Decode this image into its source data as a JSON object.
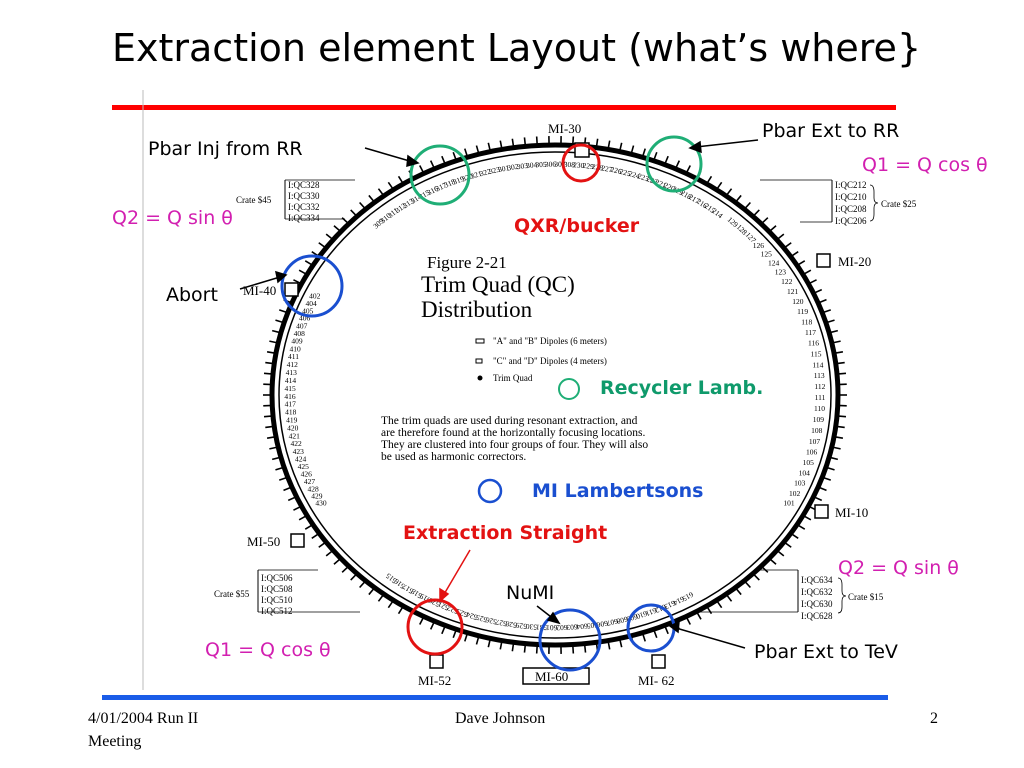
{
  "slide": {
    "title": "Extraction element Layout (what’s where}",
    "footer": {
      "date_meeting_line1": "4/01/2004   Run II",
      "date_meeting_line2": "Meeting",
      "author": "Dave Johnson",
      "page": "2"
    }
  },
  "annotations": {
    "pbar_inj": "Pbar Inj from RR",
    "pbar_ext_rr": "Pbar Ext to RR",
    "q1_cos_top": "Q1 = Q cos θ",
    "q2_sin_left": "Q2 = Q sin θ",
    "qxr": "QXR/bucker",
    "abort": "Abort",
    "recycler": "Recycler Lamb.",
    "mi_lambertsons": "MI Lambertsons",
    "extraction_straight": "Extraction Straight",
    "q2_sin_right": "Q2 = Q sin θ",
    "numi": "NuMI",
    "q1_cos_bottom": "Q1 = Q cos θ",
    "pbar_ext_tev": "Pbar Ext to TeV"
  },
  "figure": {
    "fig_num": "Figure 2-21",
    "fig_title1": "Trim Quad (QC)",
    "fig_title2": "Distribution",
    "legend": [
      "\"A\" and \"B\" Dipoles (6 meters)",
      "\"C\" and \"D\" Dipoles (4 meters)",
      "Trim Quad"
    ],
    "description": [
      "The trim quads are used during resonant extraction, and",
      "are therefore found at the horizontally focusing locations.",
      "They are clustered into four groups of four.  They will also",
      "be used as harmonic correctors."
    ],
    "stations": {
      "mi30": "MI-30",
      "mi20": "MI-20",
      "mi10": "MI-10",
      "mi40": "MI-40",
      "mi50": "MI-50",
      "mi52": "MI-52",
      "mi60": "MI-60",
      "mi62": "MI- 62"
    },
    "crates": {
      "c45": {
        "label": "Crate $45",
        "items": [
          "I:QC328",
          "I:QC330",
          "I:QC332",
          "I:QC334"
        ]
      },
      "c25": {
        "label": "Crate $25",
        "items": [
          "I:QC212",
          "I:QC210",
          "I:QC208",
          "I:QC206"
        ]
      },
      "c55": {
        "label": "Crate $55",
        "items": [
          "I:QC506",
          "I:QC508",
          "I:QC510",
          "I:QC512"
        ]
      },
      "c15": {
        "label": "Crate $15",
        "items": [
          "I:QC634",
          "I:QC632",
          "I:QC630",
          "I:QC628"
        ]
      }
    },
    "tick_labels": {
      "right": [
        "129",
        "128",
        "127",
        "126",
        "125",
        "124",
        "123",
        "122",
        "121",
        "120",
        "119",
        "118",
        "117",
        "116",
        "115",
        "114",
        "113",
        "112",
        "111",
        "110",
        "109",
        "108",
        "107",
        "106",
        "105",
        "104",
        "103",
        "102",
        "101"
      ],
      "left": [
        "402",
        "404",
        "405",
        "406",
        "407",
        "408",
        "409",
        "410",
        "411",
        "412",
        "413",
        "414",
        "415",
        "416",
        "417",
        "418",
        "419",
        "420",
        "421",
        "422",
        "423",
        "424",
        "425",
        "426",
        "427",
        "428",
        "429",
        "430"
      ],
      "top": [
        "309",
        "310",
        "311",
        "312",
        "313",
        "314",
        "315",
        "316",
        "317",
        "318",
        "319",
        "320",
        "321",
        "322",
        "323",
        "301",
        "302",
        "303",
        "304",
        "305",
        "306",
        "307",
        "308",
        "230",
        "229",
        "228",
        "227",
        "226",
        "225",
        "224",
        "223",
        "222",
        "221",
        "220",
        "219",
        "218",
        "217",
        "216",
        "215",
        "214"
      ],
      "bottom": [
        "515",
        "516",
        "517",
        "518",
        "519",
        "520",
        "521",
        "522",
        "523",
        "524",
        "525",
        "526",
        "527",
        "528",
        "529",
        "530",
        "531",
        "601",
        "602",
        "603",
        "604",
        "605",
        "606",
        "607",
        "608",
        "609",
        "610",
        "611",
        "612",
        "613",
        "614",
        "615"
      ]
    }
  }
}
